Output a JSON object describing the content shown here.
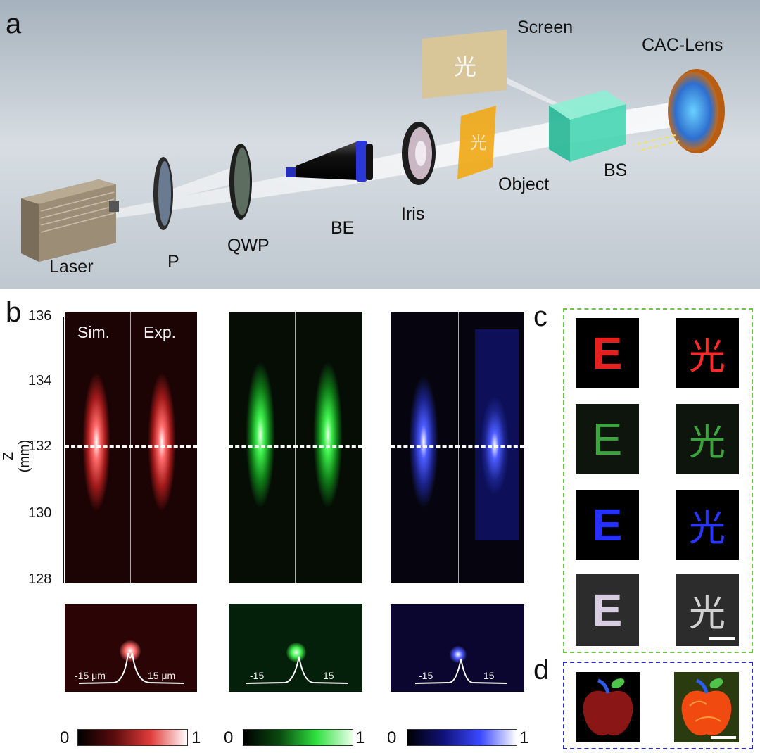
{
  "panel_a": {
    "letter": "a",
    "labels": {
      "screen": "Screen",
      "cac_lens": "CAC-Lens",
      "object": "Object",
      "bs": "BS",
      "iris": "Iris",
      "be": "BE",
      "qwp": "QWP",
      "p": "P",
      "laser": "Laser"
    },
    "screen_char": "光",
    "object_char": "光"
  },
  "panel_b": {
    "letter": "b",
    "col_sim": "Sim.",
    "col_exp": "Exp.",
    "axis_title": "Z (mm)",
    "ticks": [
      "136",
      "134",
      "132",
      "130",
      "128"
    ],
    "profile_labels": {
      "red_left": "-15 μm",
      "red_right": "15 μm",
      "green_left": "-15",
      "green_right": "15",
      "blue_left": "-15",
      "blue_right": "15"
    },
    "colorbar_min": "0",
    "colorbar_max": "1",
    "colors": {
      "red": "#ff3b3b",
      "green": "#27e03a",
      "blue": "#3a48ff"
    }
  },
  "panel_c": {
    "letter": "c",
    "letter_E": "E",
    "char": "光",
    "border_color": "#6fc24a"
  },
  "panel_d": {
    "letter": "d",
    "border_color": "#2b2fb0"
  }
}
